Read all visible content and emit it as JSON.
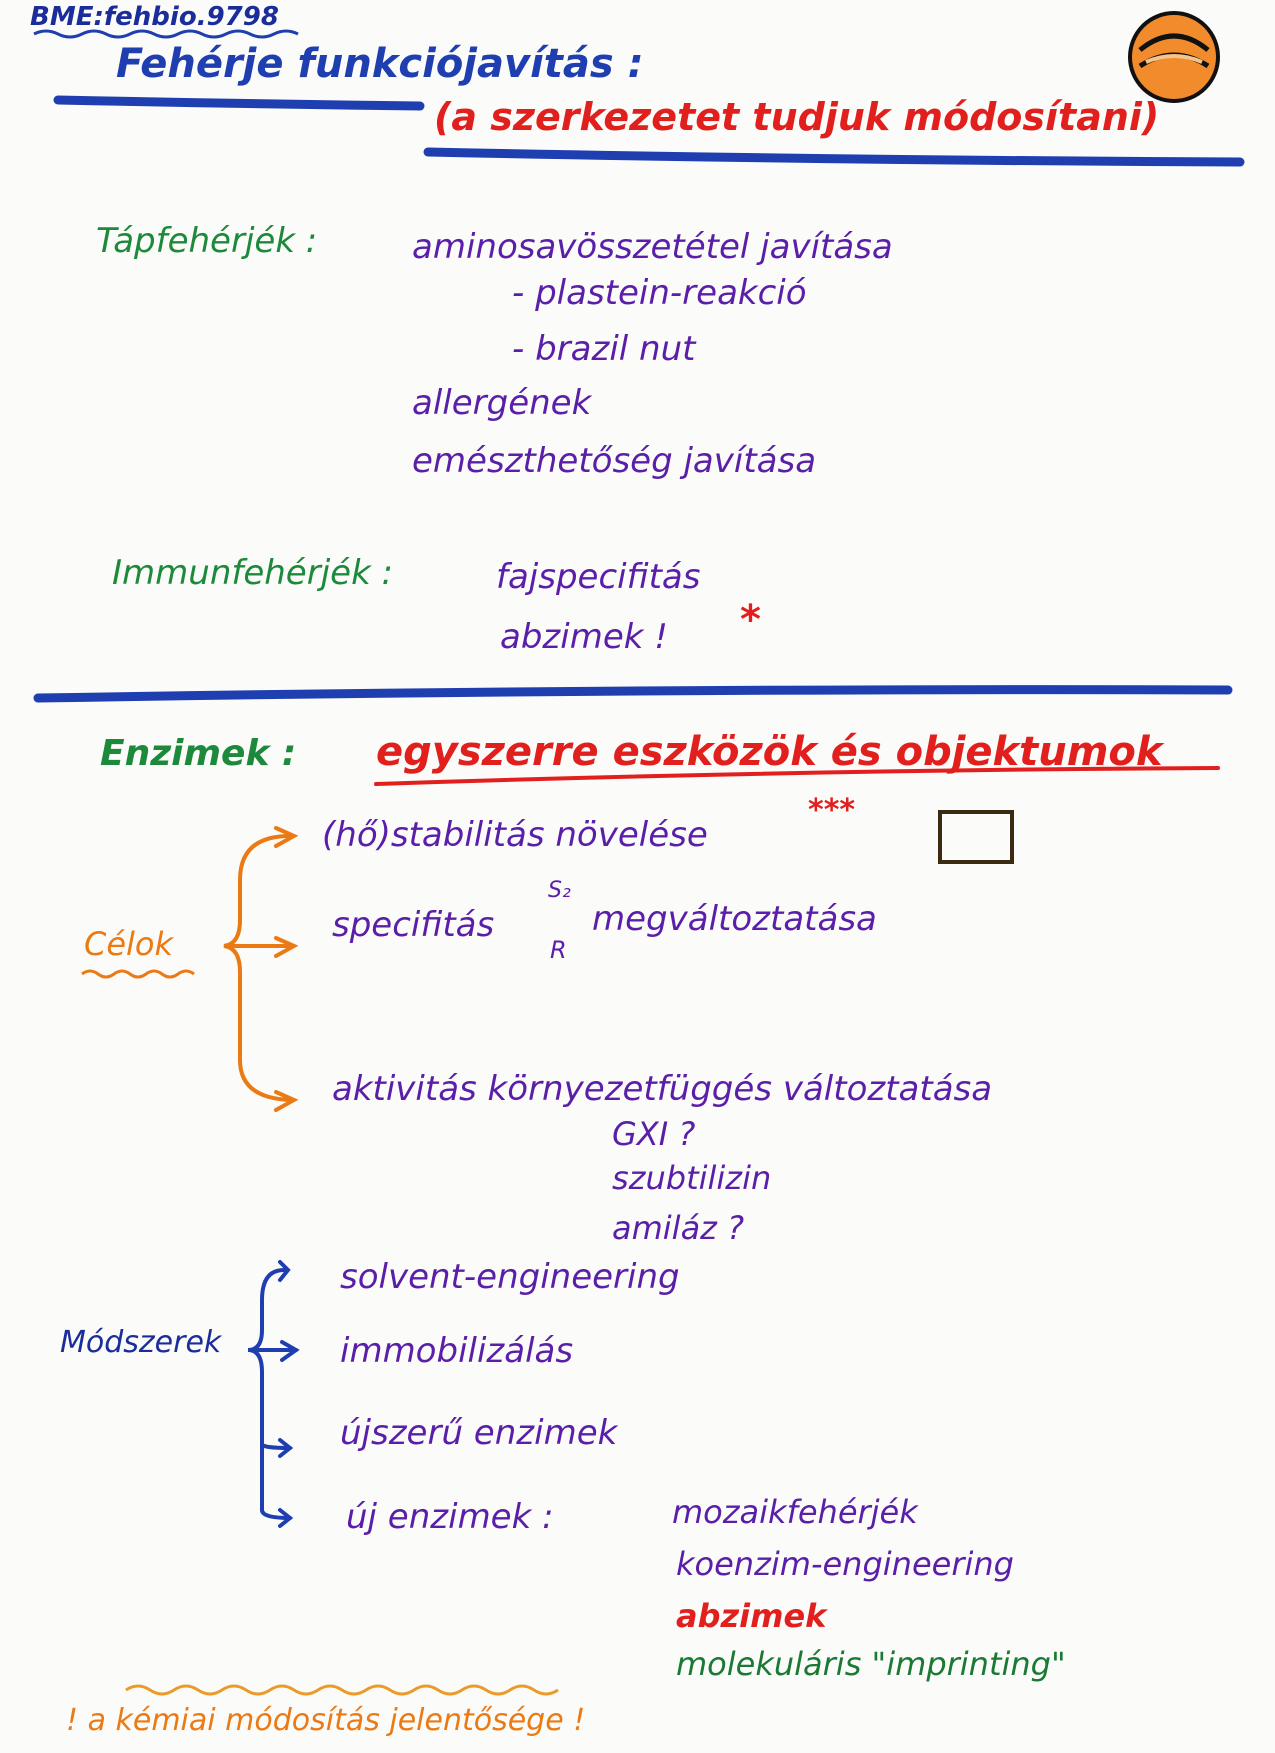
{
  "header": {
    "code": "BME:fehbio.9798",
    "title": "Fehérje funkciójavítás :",
    "subtitle": "(a szerkezetet tudjuk módosítani)"
  },
  "tapfeherjek": {
    "label": "Tápfehérjék :",
    "items": [
      "aminosavösszetétel javítása",
      "- plastein-reakció",
      "- brazil nut",
      "allergének",
      "emészthetőség javítása"
    ]
  },
  "immunfeherjek": {
    "label": "Immunfehérjék :",
    "items": [
      "fajspecifitás",
      "abzimek !"
    ],
    "mark": "*"
  },
  "enzimek": {
    "label": "Enzimek :",
    "heading": "egyszerre eszközök és objektumok"
  },
  "celok": {
    "label": "Célok",
    "items": [
      "(hő)stabilitás növelése",
      "specifitás",
      "megváltoztatása",
      "aktivitás környezetfüggés változtatása"
    ],
    "stars": "***",
    "sub_s": "S₂",
    "sub_r": "R",
    "examples": [
      "GXI ?",
      "szubtilizin",
      "amiláz ?"
    ]
  },
  "modszerek": {
    "label": "Módszerek",
    "items": [
      "solvent-engineering",
      "immobilizálás",
      "újszerű enzimek",
      "új enzimek :"
    ],
    "uj_enzimek": [
      "mozaikfehérjék",
      "koenzim-engineering",
      "abzimek",
      "molekuláris \"imprinting\""
    ]
  },
  "footer": {
    "note": "! a kémiai módosítás jelentősége !"
  },
  "colors": {
    "blue": "#1f3fb0",
    "green": "#1c8a3a",
    "red": "#e1201e",
    "purple": "#5a1ea8",
    "orange": "#ec7a14"
  }
}
